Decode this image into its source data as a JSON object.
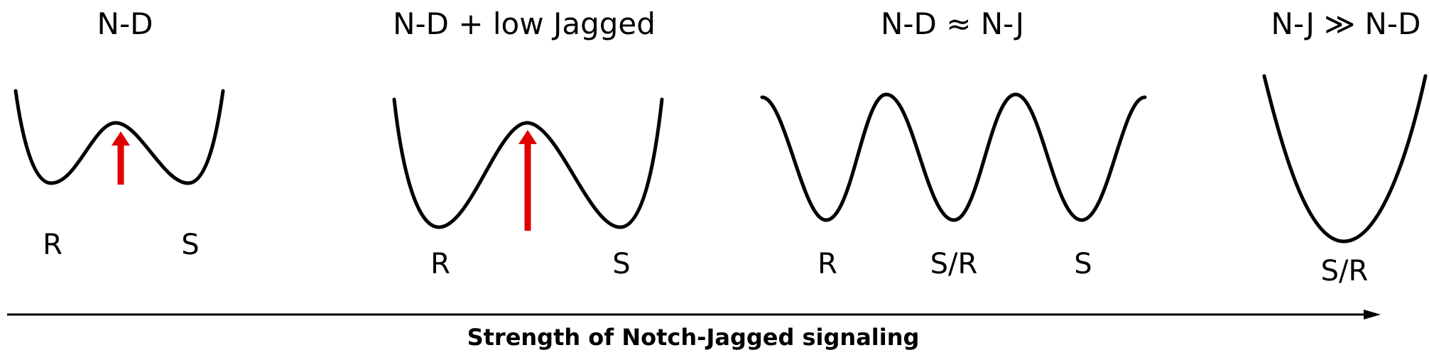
{
  "panels": [
    {
      "title": "N-D",
      "labels": [
        "R",
        "S"
      ]
    },
    {
      "title": "N-D + low Jagged",
      "labels": [
        "R",
        "S"
      ]
    },
    {
      "title": "N-D ≈ N-J",
      "labels": [
        "R",
        "S/R",
        "S"
      ]
    },
    {
      "title": "N-J ≫ N-D",
      "labels": [
        "S/R"
      ]
    }
  ],
  "axis": {
    "label": "Strength of Notch-Jagged signaling"
  },
  "colors": {
    "curve": "#000000",
    "barrier_arrow": "#e00000",
    "text": "#000000"
  }
}
